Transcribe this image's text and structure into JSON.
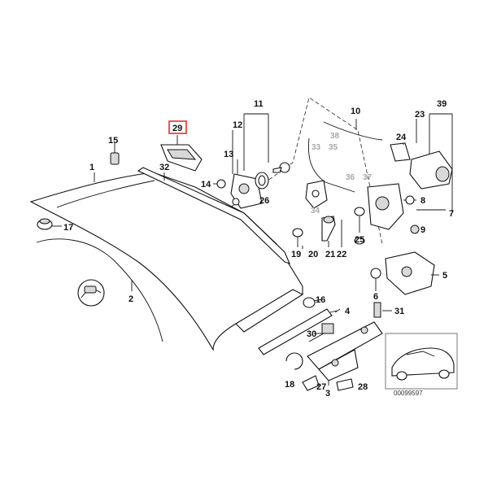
{
  "labels": {
    "p1": "1",
    "p2": "2",
    "p3": "3",
    "p4": "4",
    "p5": "5",
    "p6": "6",
    "p7": "7",
    "p8": "8",
    "p9": "9",
    "p10": "10",
    "p11": "11",
    "p12": "12",
    "p13": "13",
    "p14": "14",
    "p15": "15",
    "p16": "16",
    "p17": "17",
    "p18": "18",
    "p19": "19",
    "p20": "20",
    "p21": "21",
    "p22": "22",
    "p23": "23",
    "p24": "24",
    "p25": "25",
    "p26": "26",
    "p27": "27",
    "p28": "28",
    "p29": "29",
    "p30": "30",
    "p31": "31",
    "p32": "32",
    "p33": "33",
    "p34": "34",
    "p35": "35",
    "p36": "36",
    "p37": "37",
    "p38": "38",
    "p39": "39"
  },
  "highlighted_part": "29",
  "diagram_code": "00099597",
  "colors": {
    "highlight": "#e03030",
    "line": "#111111",
    "ghost_label": "#a8a8a8"
  }
}
